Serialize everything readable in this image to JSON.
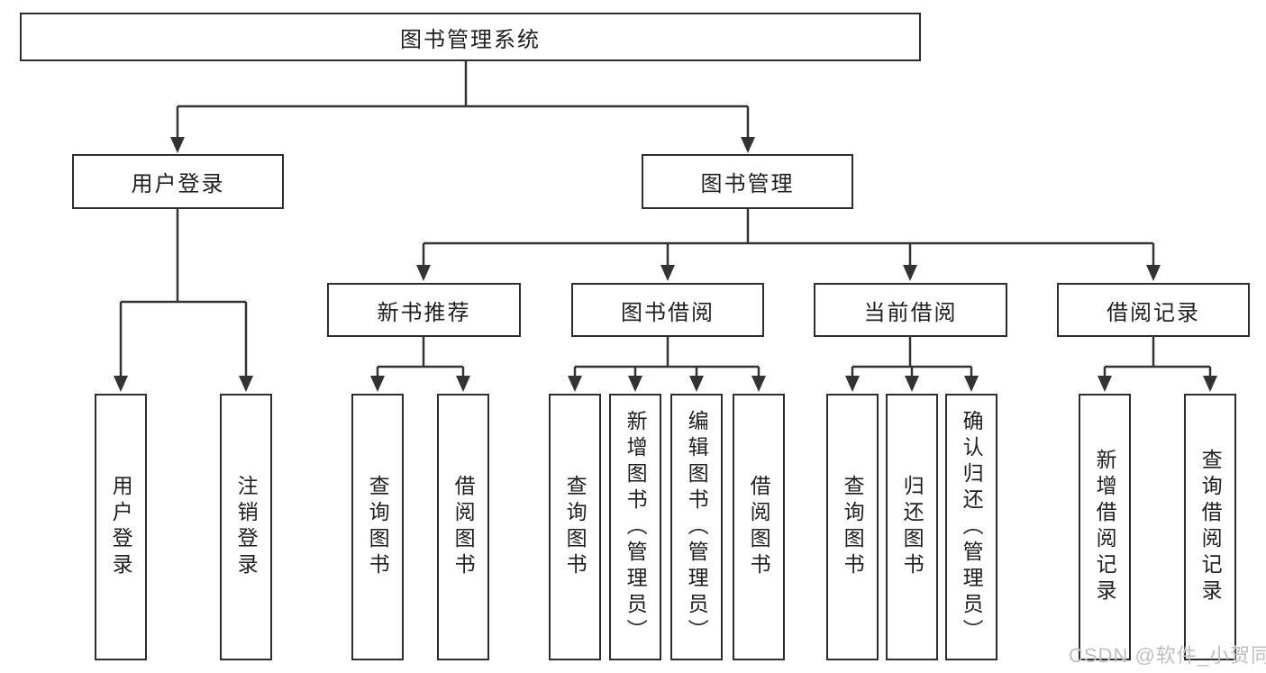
{
  "title": "图书管理系统",
  "level2": {
    "user_login": {
      "label": "用户登录"
    },
    "book_management": {
      "label": "图书管理"
    }
  },
  "level3": {
    "new_book_recommend": {
      "label": "新书推荐"
    },
    "book_borrow": {
      "label": "图书借阅"
    },
    "current_borrow": {
      "label": "当前借阅"
    },
    "borrow_record": {
      "label": "借阅记录"
    }
  },
  "leaves": {
    "user_login": [
      "用户登录",
      "注销登录"
    ],
    "new_book_recommend": [
      "查询图书",
      "借阅图书"
    ],
    "book_borrow": [
      "查询图书",
      "新增图书（管理员）",
      "编辑图书（管理员）",
      "借阅图书"
    ],
    "current_borrow": [
      "查询图书",
      "归还图书",
      "确认归还（管理员）"
    ],
    "borrow_record": [
      "新增借阅记录",
      "查询借阅记录"
    ]
  },
  "watermark": "CSDN @软件_小贺同学",
  "colors": {
    "line": "#333333",
    "box_border": "#2e2e2e",
    "text": "#1f1f1f",
    "watermark": "#bfbfbf",
    "background": "#ffffff"
  }
}
